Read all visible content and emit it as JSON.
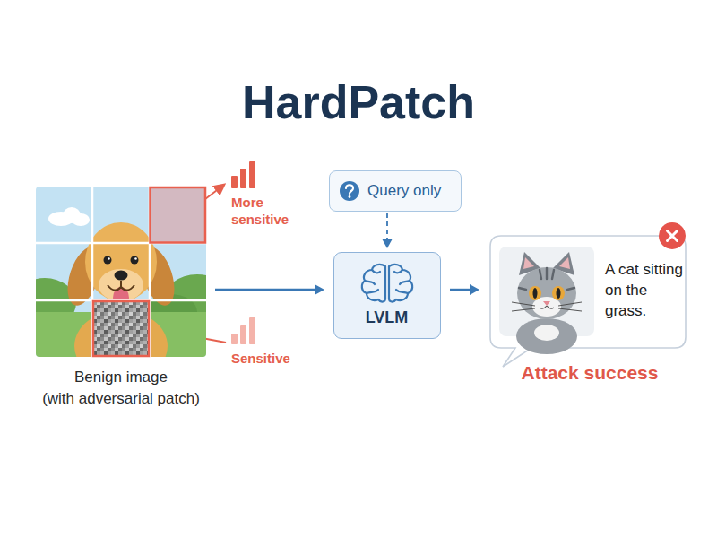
{
  "diagram": {
    "title": "HardPatch",
    "nodes": [
      {
        "text": [
          "Benign image",
          "(with adversarial patch)"
        ]
      },
      {
        "text": [
          "Query only"
        ]
      },
      {
        "text": [
          "LVLM"
        ]
      },
      {
        "text": [
          "A cat sitting on the grass."
        ]
      }
    ],
    "edges": [
      {
        "from": 0,
        "to": 2,
        "arrow": "to"
      },
      {
        "from": 1,
        "to": 2,
        "arrow": "to"
      },
      {
        "from": 2,
        "to": 3,
        "arrow": "to"
      }
    ],
    "labels": [
      "More sensitive",
      "Sensitive",
      "Attack success"
    ]
  }
}
